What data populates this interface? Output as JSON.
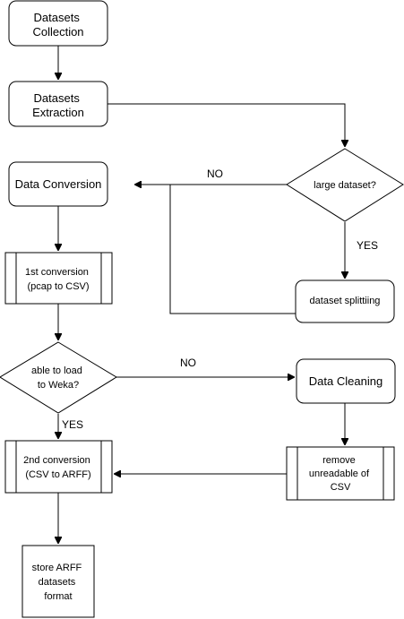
{
  "nodes": {
    "collection": {
      "lines": [
        "Datasets",
        "Collection"
      ]
    },
    "extraction": {
      "lines": [
        "Datasets",
        "Extraction"
      ]
    },
    "conversion": {
      "lines": [
        "Data Conversion"
      ]
    },
    "large": {
      "lines": [
        "large dataset?"
      ]
    },
    "splitting": {
      "lines": [
        "dataset splittiing"
      ]
    },
    "first": {
      "lines": [
        "1st conversion",
        "(pcap to CSV)"
      ]
    },
    "weka": {
      "lines": [
        "able to load",
        "to Weka?"
      ]
    },
    "cleaning": {
      "lines": [
        "Data Cleaning"
      ]
    },
    "second": {
      "lines": [
        "2nd conversion",
        "(CSV to ARFF)"
      ]
    },
    "remove": {
      "lines": [
        "remove",
        "unreadable of",
        "CSV"
      ]
    },
    "store": {
      "lines": [
        "store ARFF",
        "datasets",
        "format"
      ]
    }
  },
  "edge_labels": {
    "large_no": "NO",
    "large_yes": "YES",
    "weka_no": "NO",
    "weka_yes": "YES"
  }
}
